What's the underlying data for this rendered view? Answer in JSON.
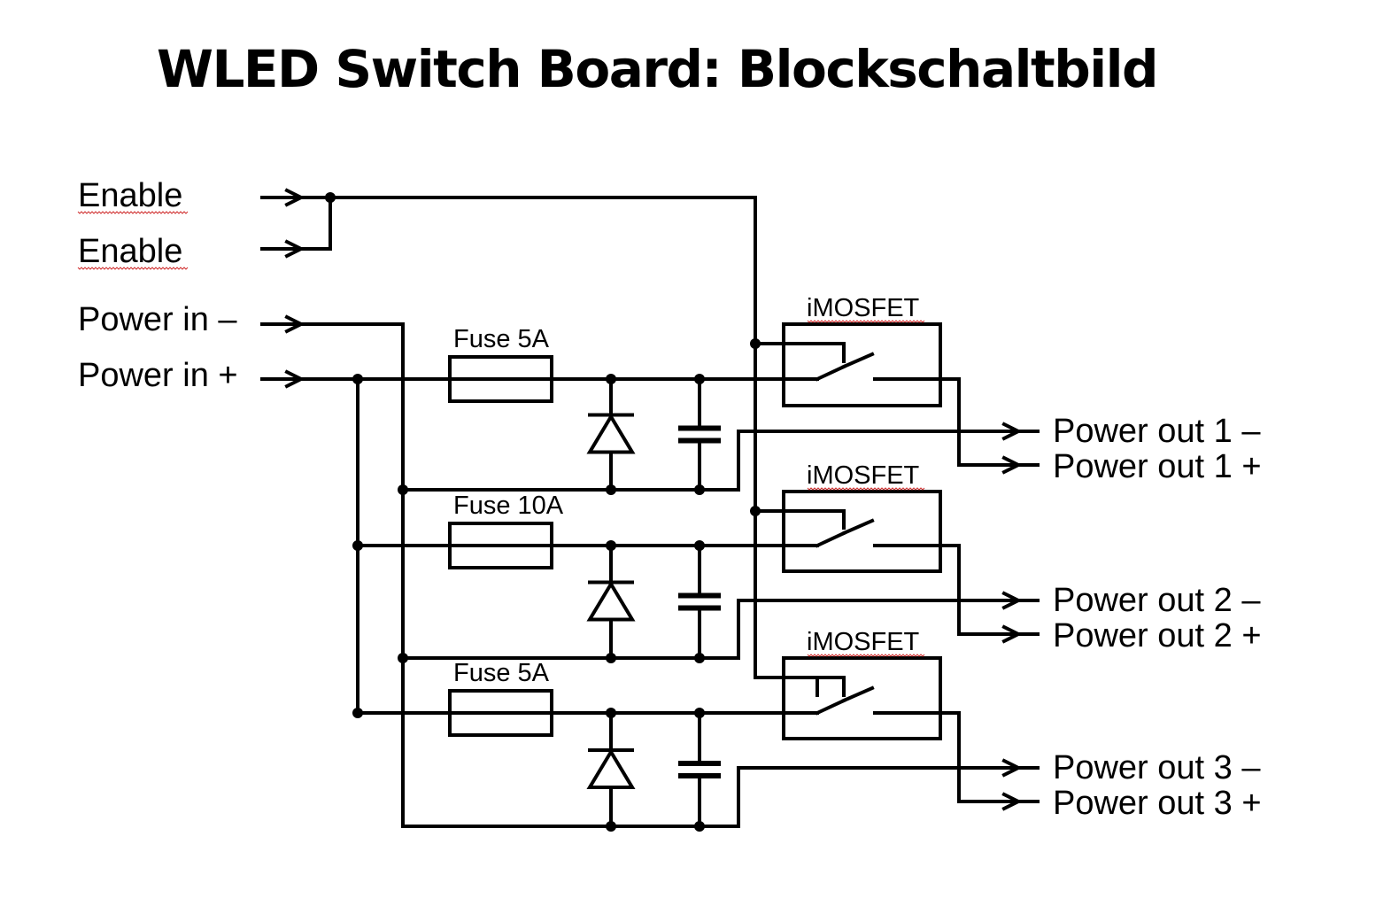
{
  "title": "WLED Switch Board: Blockschaltbild",
  "inputs": [
    {
      "label": "Enable",
      "spellcheck_underline": true
    },
    {
      "label": "Enable",
      "spellcheck_underline": true
    },
    {
      "label": "Power in –"
    },
    {
      "label": "Power in +"
    }
  ],
  "channels": [
    {
      "fuse": "Fuse 5A",
      "switch": "iMOSFET",
      "out_minus": "Power out 1 –",
      "out_plus": "Power out 1 +"
    },
    {
      "fuse": "Fuse 10A",
      "switch": "iMOSFET",
      "out_minus": "Power out 2 –",
      "out_plus": "Power out 2 +"
    },
    {
      "fuse": "Fuse 5A",
      "switch": "iMOSFET",
      "out_minus": "Power out 3 –",
      "out_plus": "Power out 3 +"
    }
  ],
  "components": {
    "diode": "diode",
    "capacitor": "capacitor",
    "fuse": "fuse",
    "switch": "mosfet-switch"
  },
  "colors": {
    "line": "#000000",
    "background": "#ffffff",
    "spellcheck": "#d03030"
  }
}
